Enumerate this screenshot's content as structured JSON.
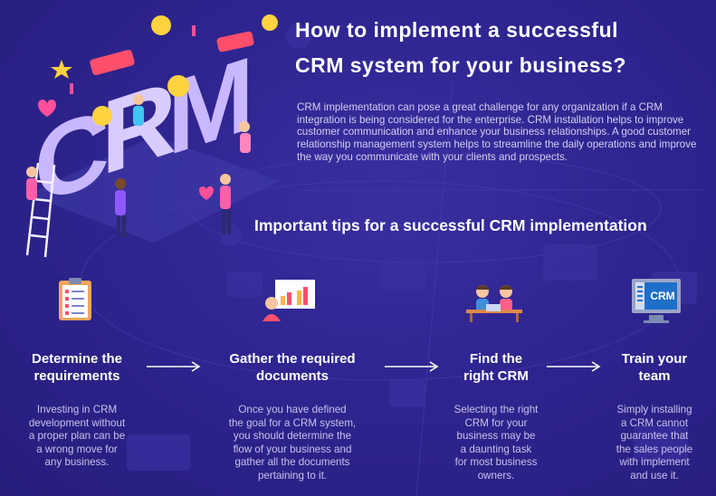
{
  "header": {
    "title_line1": "How to implement a successful",
    "title_line2": "CRM system for your business?",
    "intro": "CRM implementation can pose a great challenge for any organization if a CRM integration is being considered for the enterprise. CRM installation helps to improve customer communication and enhance your business relationships. A good customer relationship management system helps to streamline the daily operations and improve the way you communicate with your clients and prospects."
  },
  "tips_heading": "Important tips for a successful CRM implementation",
  "illustration": {
    "letters": "CRM"
  },
  "steps": [
    {
      "title_line1": "Determine the",
      "title_line2": "requirements",
      "desc": [
        "Investing in CRM",
        "development without",
        "a proper plan can be",
        "a wrong move for",
        "any business."
      ],
      "icon": "clipboard-checklist-icon"
    },
    {
      "title_line1": "Gather the required",
      "title_line2": "documents",
      "desc": [
        "Once you have defined",
        "the goal for a CRM system,",
        "you should determine the",
        "flow of your business and",
        "gather all the documents",
        "pertaining to it."
      ],
      "icon": "presentation-chart-icon"
    },
    {
      "title_line1": "Find the",
      "title_line2": "right CRM",
      "desc": [
        "Selecting the right",
        "CRM for your",
        "business may be",
        "a daunting task",
        "for most business",
        "owners."
      ],
      "icon": "team-meeting-icon"
    },
    {
      "title_line1": "Train your",
      "title_line2": "team",
      "desc": [
        "Simply installing",
        "a CRM cannot",
        "guarantee that",
        "the sales people",
        "with implement",
        "and use it."
      ],
      "icon": "crm-monitor-icon",
      "icon_label": "CRM"
    }
  ],
  "colors": {
    "background": "#2d2487",
    "title": "#ffffff",
    "body_text": "#d3cff0",
    "accent_pink": "#ff4f9a",
    "accent_yellow": "#ffd23f"
  }
}
